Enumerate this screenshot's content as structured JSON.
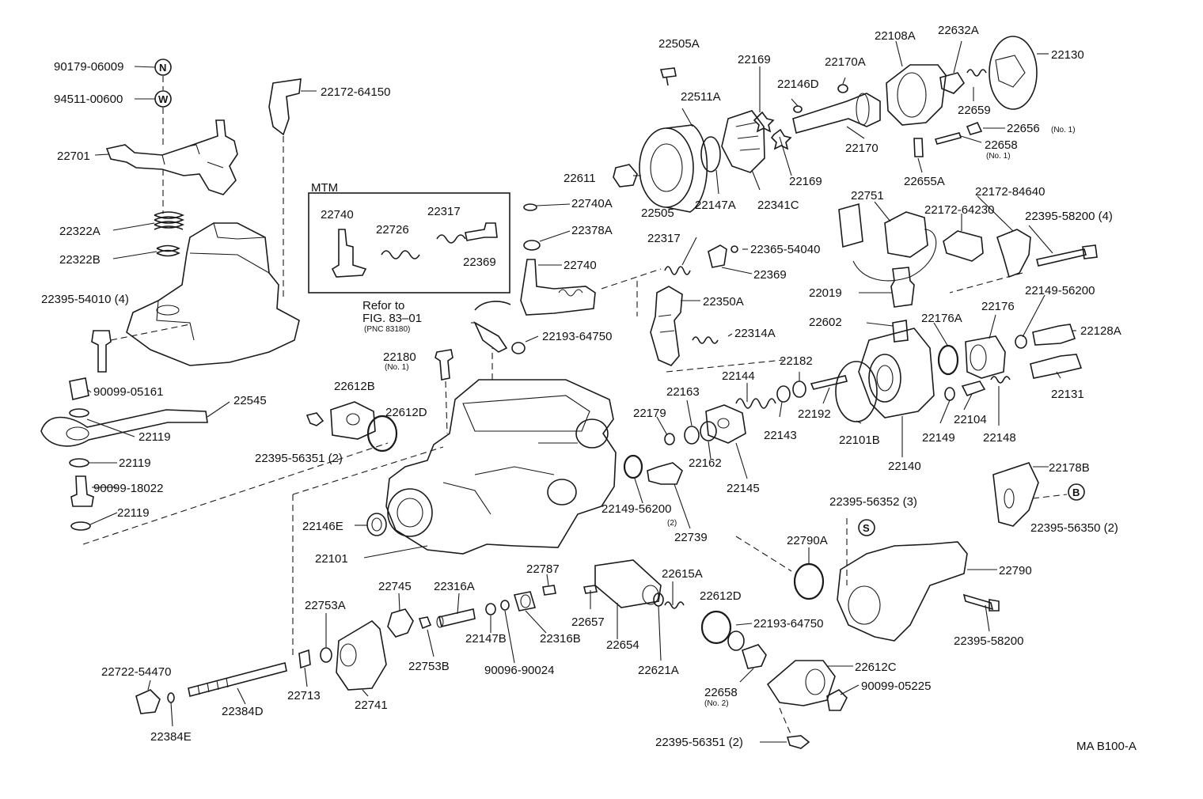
{
  "diagram_code": "MA B100-A",
  "mtm_box": {
    "title": "MTM"
  },
  "refer_note": {
    "line1": "Refor to",
    "line2": "FIG. 83–01",
    "line3": "(PNC 83180)"
  },
  "symbols": {
    "n": "N",
    "w": "W",
    "s": "S",
    "b": "B"
  },
  "labels": [
    {
      "id": "p90179_06009",
      "text": "90179-06009"
    },
    {
      "id": "p94511_00600",
      "text": "94511-00600"
    },
    {
      "id": "p22172_64150",
      "text": "22172-64150"
    },
    {
      "id": "p22701",
      "text": "22701"
    },
    {
      "id": "p22322A",
      "text": "22322A"
    },
    {
      "id": "p22322B",
      "text": "22322B"
    },
    {
      "id": "p22395_54010",
      "text": "22395-54010 (4)"
    },
    {
      "id": "p90099_05161",
      "text": "90099-05161"
    },
    {
      "id": "p22545",
      "text": "22545"
    },
    {
      "id": "p22119_a",
      "text": "22119"
    },
    {
      "id": "p22119_b",
      "text": "22119"
    },
    {
      "id": "p90099_18022",
      "text": "90099-18022"
    },
    {
      "id": "p22119_c",
      "text": "22119"
    },
    {
      "id": "p22740_mtm",
      "text": "22740"
    },
    {
      "id": "p22726",
      "text": "22726"
    },
    {
      "id": "p22317_mtm",
      "text": "22317"
    },
    {
      "id": "p22369_mtm",
      "text": "22369"
    },
    {
      "id": "p22505A",
      "text": "22505A"
    },
    {
      "id": "p22511A",
      "text": "22511A"
    },
    {
      "id": "p22169_a",
      "text": "22169"
    },
    {
      "id": "p22170A",
      "text": "22170A"
    },
    {
      "id": "p22108A",
      "text": "22108A"
    },
    {
      "id": "p22632A",
      "text": "22632A"
    },
    {
      "id": "p22130",
      "text": "22130"
    },
    {
      "id": "p22146D",
      "text": "22146D"
    },
    {
      "id": "p22659",
      "text": "22659"
    },
    {
      "id": "p22656",
      "text": "22656"
    },
    {
      "id": "p22656_sub",
      "text": "(No. 1)"
    },
    {
      "id": "p22658_a",
      "text": "22658"
    },
    {
      "id": "p22658_a_sub",
      "text": "(No. 1)"
    },
    {
      "id": "p22170",
      "text": "22170"
    },
    {
      "id": "p22611",
      "text": "22611"
    },
    {
      "id": "p22169_b",
      "text": "22169"
    },
    {
      "id": "p22655A",
      "text": "22655A"
    },
    {
      "id": "p22505",
      "text": "22505"
    },
    {
      "id": "p22147A",
      "text": "22147A"
    },
    {
      "id": "p22341C",
      "text": "22341C"
    },
    {
      "id": "p22751",
      "text": "22751"
    },
    {
      "id": "p22172_84640",
      "text": "22172-84640"
    },
    {
      "id": "p22172_64230",
      "text": "22172-64230"
    },
    {
      "id": "p22395_58200_4",
      "text": "22395-58200 (4)"
    },
    {
      "id": "p22740A",
      "text": "22740A"
    },
    {
      "id": "p22378A",
      "text": "22378A"
    },
    {
      "id": "p22740",
      "text": "22740"
    },
    {
      "id": "p22317",
      "text": "22317"
    },
    {
      "id": "p22365_54040",
      "text": "22365-54040"
    },
    {
      "id": "p22369",
      "text": "22369"
    },
    {
      "id": "p22350A",
      "text": "22350A"
    },
    {
      "id": "p22019",
      "text": "22019"
    },
    {
      "id": "p22149_56200_a",
      "text": "22149-56200"
    },
    {
      "id": "p22176",
      "text": "22176"
    },
    {
      "id": "p22176A",
      "text": "22176A"
    },
    {
      "id": "p22602",
      "text": "22602"
    },
    {
      "id": "p22128A",
      "text": "22128A"
    },
    {
      "id": "p22314A",
      "text": "22314A"
    },
    {
      "id": "p22193_64750_a",
      "text": "22193-64750"
    },
    {
      "id": "p22180",
      "text": "22180"
    },
    {
      "id": "p22180_sub",
      "text": "(No. 1)"
    },
    {
      "id": "p22144",
      "text": "22144"
    },
    {
      "id": "p22182",
      "text": "22182"
    },
    {
      "id": "p22163",
      "text": "22163"
    },
    {
      "id": "p22131",
      "text": "22131"
    },
    {
      "id": "p22612B",
      "text": "22612B"
    },
    {
      "id": "p22612D_a",
      "text": "22612D"
    },
    {
      "id": "p22179",
      "text": "22179"
    },
    {
      "id": "p22143",
      "text": "22143"
    },
    {
      "id": "p22192",
      "text": "22192"
    },
    {
      "id": "p22104",
      "text": "22104"
    },
    {
      "id": "p22101B",
      "text": "22101B"
    },
    {
      "id": "p22149",
      "text": "22149"
    },
    {
      "id": "p22148",
      "text": "22148"
    },
    {
      "id": "p22395_56351_a",
      "text": "22395-56351 (2)"
    },
    {
      "id": "p22162",
      "text": "22162"
    },
    {
      "id": "p22140",
      "text": "22140"
    },
    {
      "id": "p22145",
      "text": "22145"
    },
    {
      "id": "p22178B",
      "text": "22178B"
    },
    {
      "id": "p22149_56200_b",
      "text": "22149-56200"
    },
    {
      "id": "p22149_56200_b_sub",
      "text": "(2)"
    },
    {
      "id": "p22395_56352",
      "text": "22395-56352 (3)"
    },
    {
      "id": "p22146E",
      "text": "22146E"
    },
    {
      "id": "p22739",
      "text": "22739"
    },
    {
      "id": "p22395_56350",
      "text": "22395-56350 (2)"
    },
    {
      "id": "p22790A",
      "text": "22790A"
    },
    {
      "id": "p22101",
      "text": "22101"
    },
    {
      "id": "p22790",
      "text": "22790"
    },
    {
      "id": "p22787",
      "text": "22787"
    },
    {
      "id": "p22745",
      "text": "22745"
    },
    {
      "id": "p22316A",
      "text": "22316A"
    },
    {
      "id": "p22615A",
      "text": "22615A"
    },
    {
      "id": "p22753A",
      "text": "22753A"
    },
    {
      "id": "p22612D_b",
      "text": "22612D"
    },
    {
      "id": "p22193_64750_b",
      "text": "22193-64750"
    },
    {
      "id": "p22657",
      "text": "22657"
    },
    {
      "id": "p22147B",
      "text": "22147B"
    },
    {
      "id": "p22316B",
      "text": "22316B"
    },
    {
      "id": "p22654",
      "text": "22654"
    },
    {
      "id": "p22395_58200",
      "text": "22395-58200"
    },
    {
      "id": "p22753B",
      "text": "22753B"
    },
    {
      "id": "p90096_90024",
      "text": "90096-90024"
    },
    {
      "id": "p22621A",
      "text": "22621A"
    },
    {
      "id": "p22612C",
      "text": "22612C"
    },
    {
      "id": "p22722_54470",
      "text": "22722-54470"
    },
    {
      "id": "p22713",
      "text": "22713"
    },
    {
      "id": "p22741",
      "text": "22741"
    },
    {
      "id": "p22658_b",
      "text": "22658"
    },
    {
      "id": "p22658_b_sub",
      "text": "(No. 2)"
    },
    {
      "id": "p90099_05225",
      "text": "90099-05225"
    },
    {
      "id": "p22384D",
      "text": "22384D"
    },
    {
      "id": "p22384E",
      "text": "22384E"
    },
    {
      "id": "p22395_56351_b",
      "text": "22395-56351 (2)"
    }
  ]
}
